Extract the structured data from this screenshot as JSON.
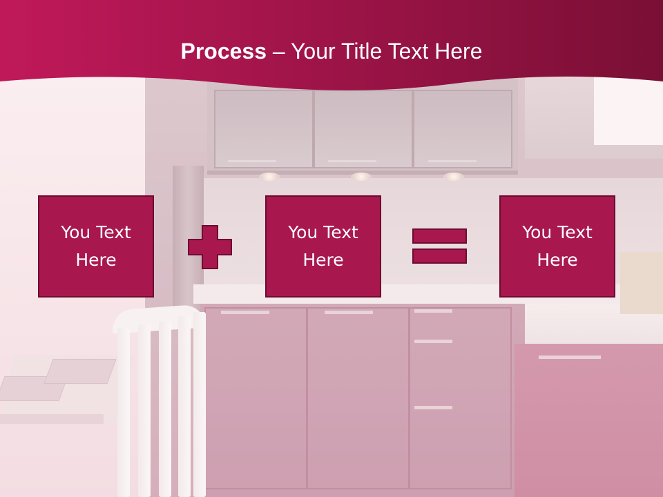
{
  "slide": {
    "title_bold": "Process",
    "title_rest": " – Your Title Text Here"
  },
  "process": {
    "boxes": [
      {
        "text": "You Text\nHere"
      },
      {
        "text": "You Text\nHere"
      },
      {
        "text": "You Text\nHere"
      }
    ],
    "operators": [
      "plus",
      "equals"
    ]
  },
  "colors": {
    "accent": "#a8174e",
    "accent_border": "#6e0b30",
    "header_gradient_start": "#c0195a",
    "header_gradient_end": "#7a0f35"
  }
}
